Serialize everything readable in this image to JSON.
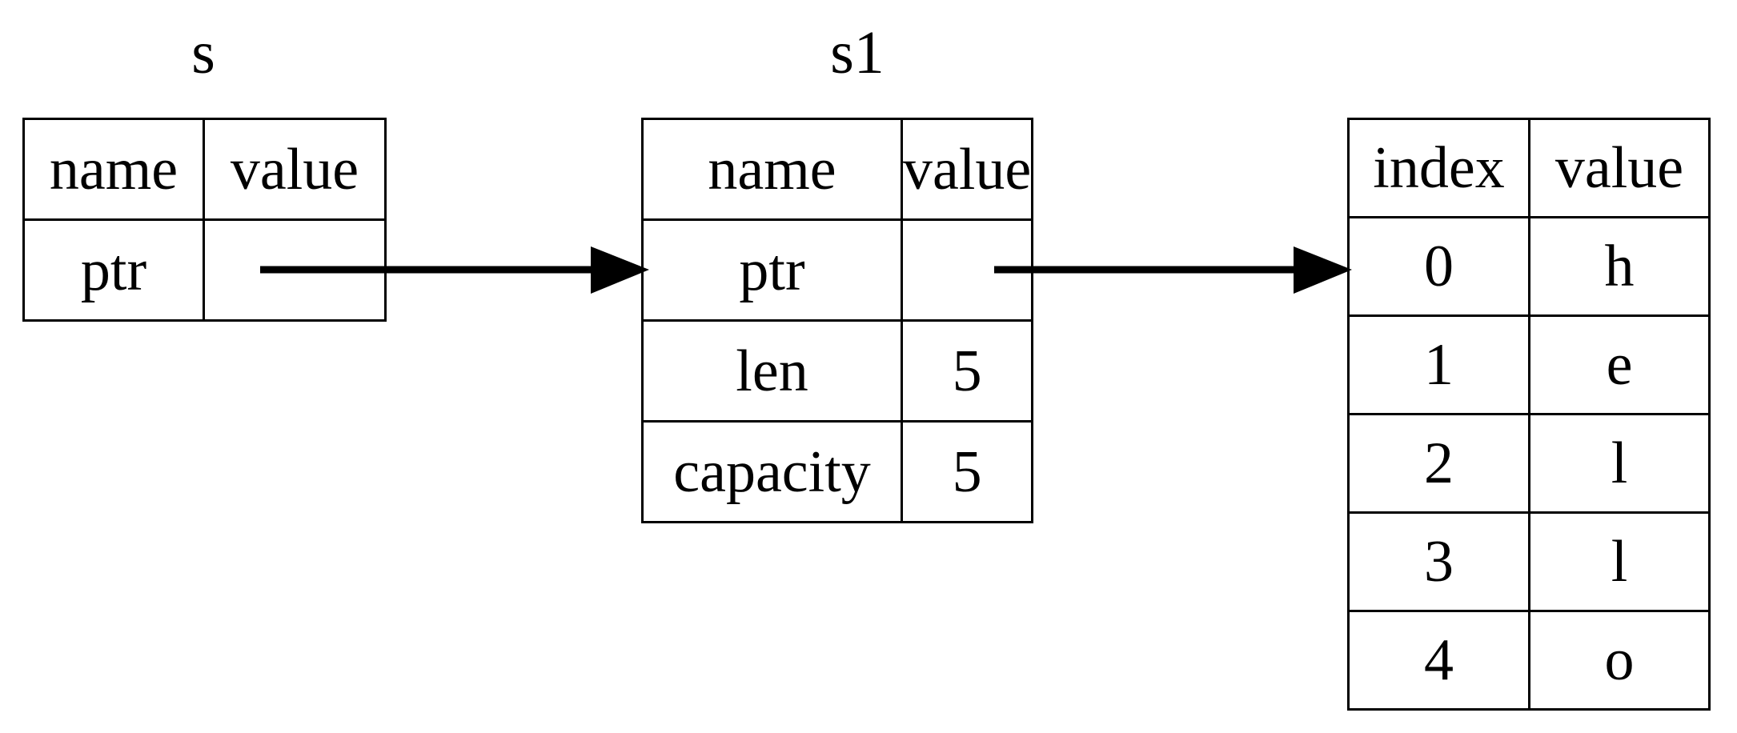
{
  "diagram": {
    "title_s": "s",
    "title_s1": "s1",
    "tables": {
      "s": {
        "headers": [
          "name",
          "value"
        ],
        "rows": [
          {
            "name": "ptr",
            "value": ""
          }
        ]
      },
      "s1": {
        "headers": [
          "name",
          "value"
        ],
        "rows": [
          {
            "name": "ptr",
            "value": ""
          },
          {
            "name": "len",
            "value": "5"
          },
          {
            "name": "capacity",
            "value": "5"
          }
        ]
      },
      "heap": {
        "headers": [
          "index",
          "value"
        ],
        "rows": [
          {
            "index": "0",
            "value": "h"
          },
          {
            "index": "1",
            "value": "e"
          },
          {
            "index": "2",
            "value": "l"
          },
          {
            "index": "3",
            "value": "l"
          },
          {
            "index": "4",
            "value": "o"
          }
        ]
      }
    },
    "arrows": [
      {
        "name": "s-ptr-to-s1",
        "from": "s.value",
        "to": "s1"
      },
      {
        "name": "s1-ptr-to-heap",
        "from": "s1.value",
        "to": "heap"
      }
    ],
    "colors": {
      "stroke": "#000000",
      "background": "#ffffff",
      "text": "#000000"
    }
  }
}
